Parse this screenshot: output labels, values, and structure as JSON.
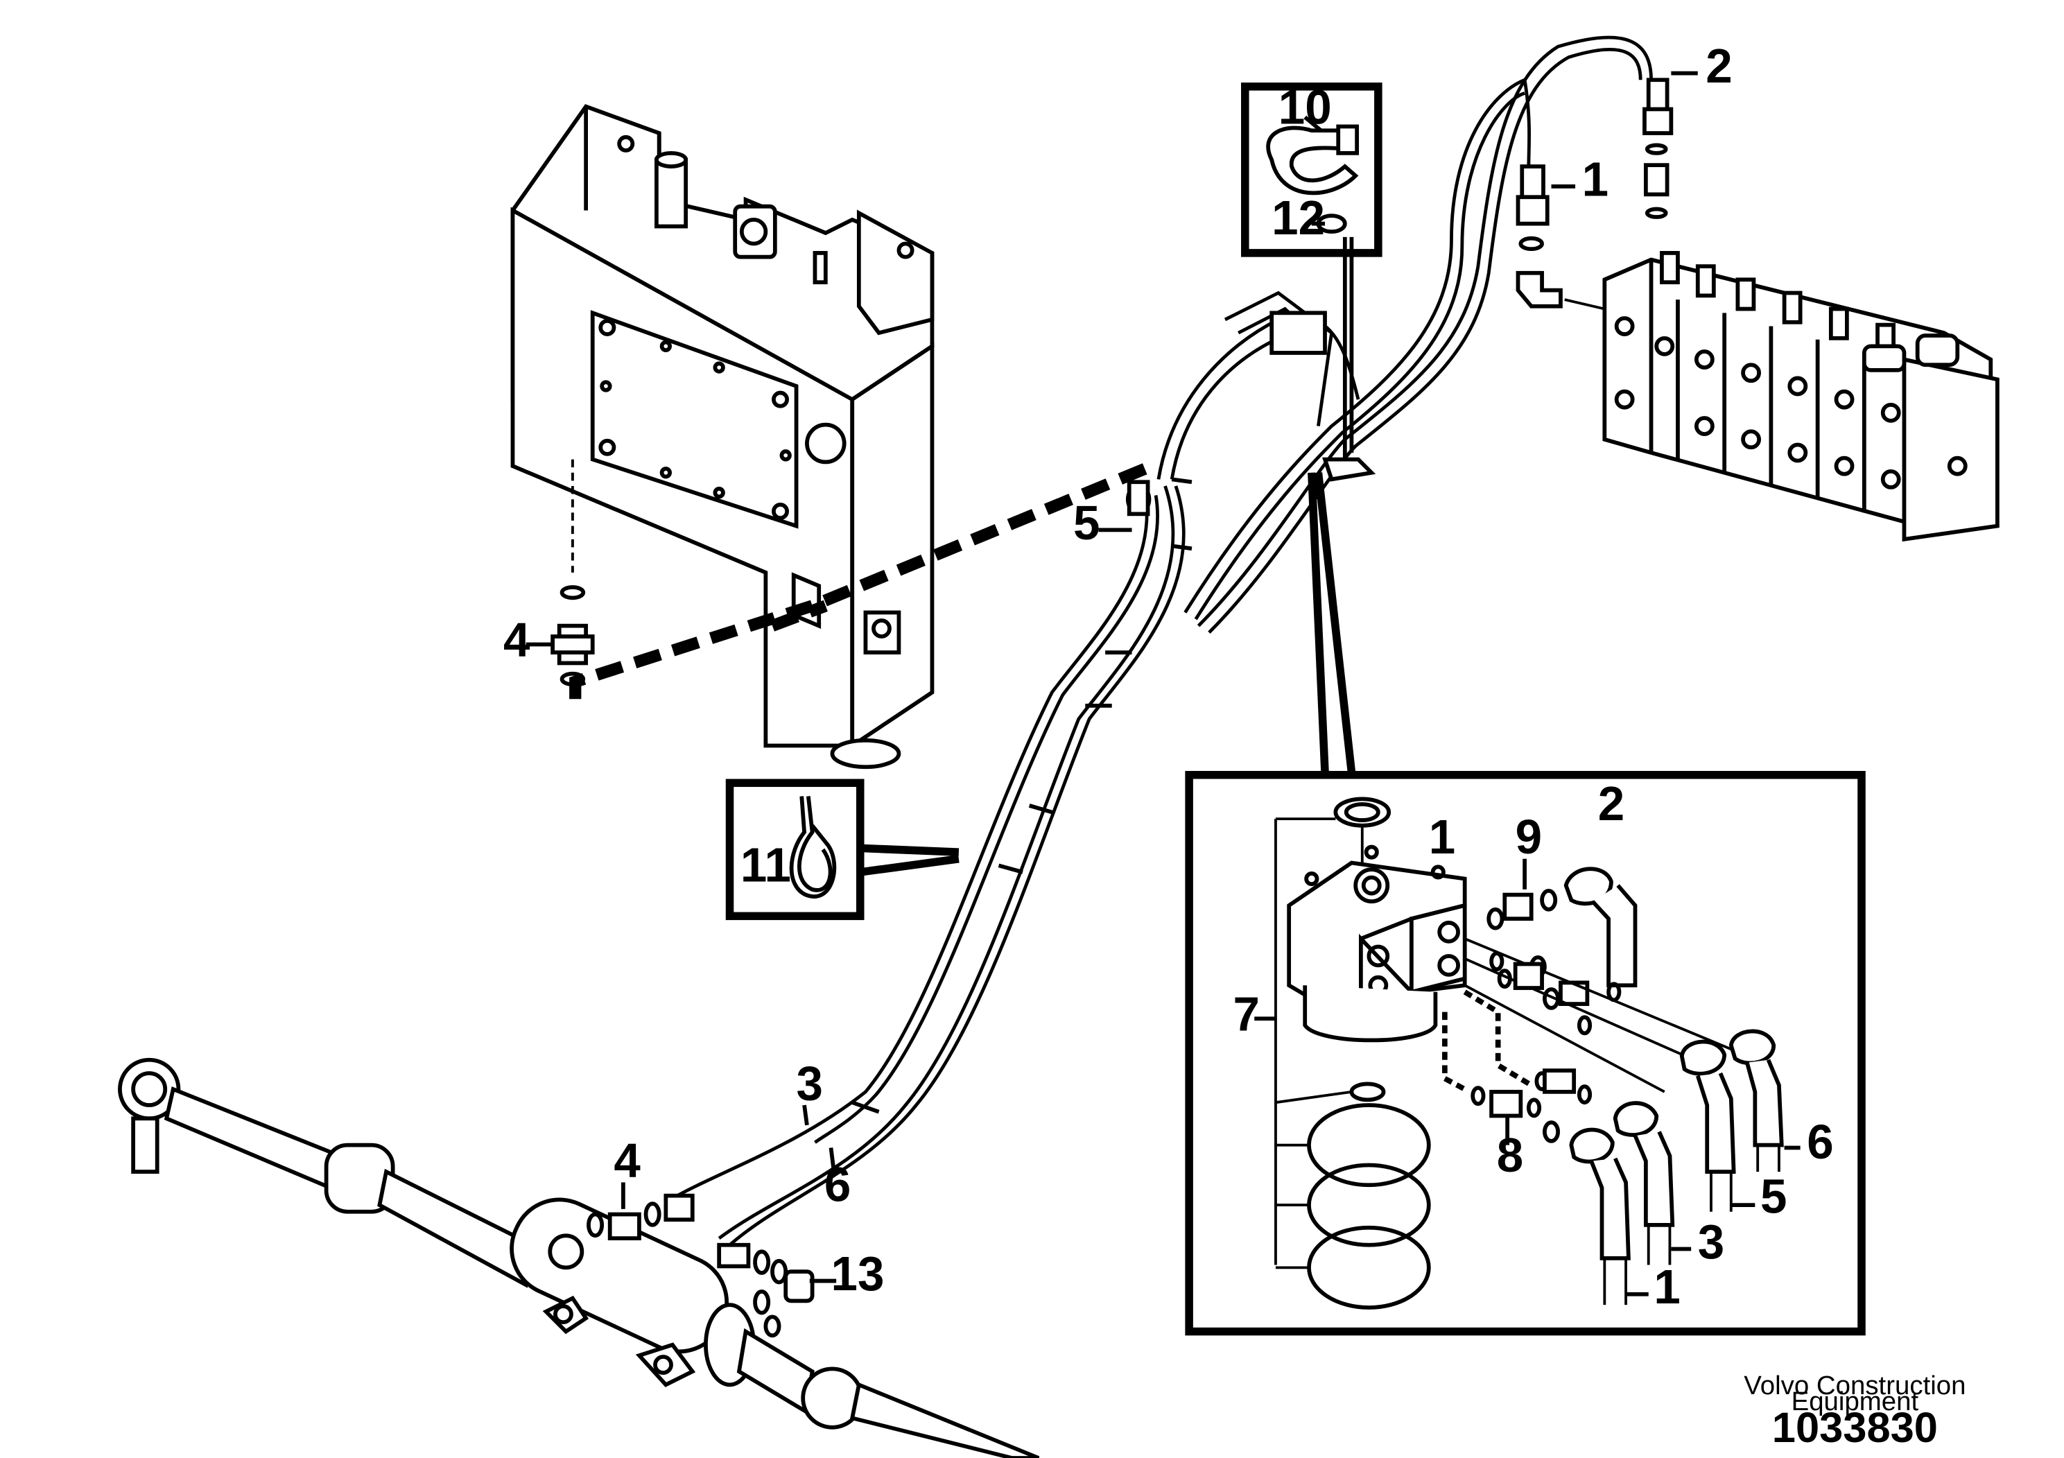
{
  "callouts": {
    "c1_top": "1",
    "c2_top": "2",
    "c10": "10",
    "c12": "12",
    "c5_left": "5",
    "c4_left": "4",
    "c11": "11",
    "c3_bottom": "3",
    "c6_bottom": "6",
    "c4_bottom": "4",
    "c13": "13",
    "c1_detail": "1",
    "c9": "9",
    "c2_detail": "2",
    "c7": "7",
    "c8": "8",
    "c6_detail": "6",
    "c5_detail": "5",
    "c3_detail": "3",
    "c1_detail_bottom": "1"
  },
  "footer": {
    "company_line1": "Volvo Construction",
    "company_line2": "Equipment",
    "drawing_number": "1033830"
  }
}
